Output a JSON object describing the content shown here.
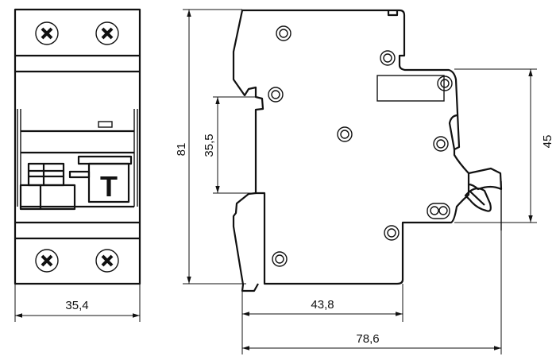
{
  "front_view": {
    "test_button_label": "T"
  },
  "dimensions": {
    "front_width": "35,4",
    "height": "81",
    "rail_width": "35,5",
    "front_height": "45",
    "depth_to_front": "43,8",
    "total_depth": "78,6"
  }
}
